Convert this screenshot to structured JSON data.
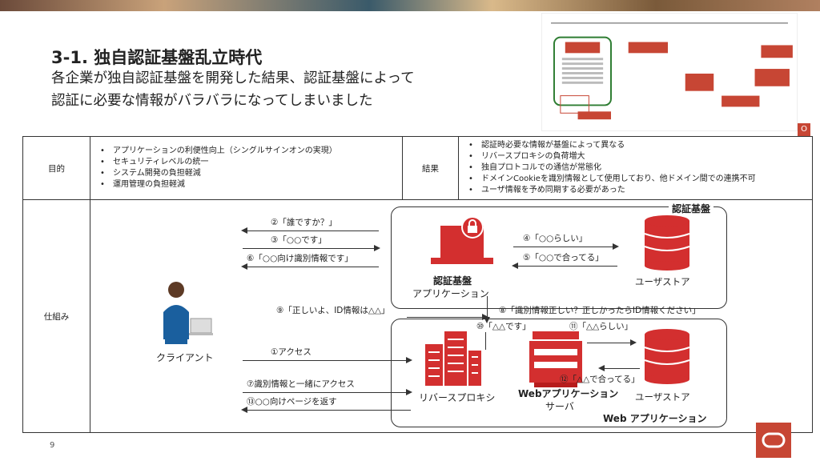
{
  "slide": {
    "title": "3-1. 独自認証基盤乱立時代",
    "subtitle_line1": "各企業が独自認証基盤を開発した結果、認証基盤によって",
    "subtitle_line2": "認証に必要な情報がバラバラになってしまいました",
    "page_number": "9"
  },
  "table": {
    "purpose_label": "目的",
    "purpose_items": [
      "アプリケーションの利便性向上（シングルサインオンの実現）",
      "セキュリティレベルの統一",
      "システム開発の負担軽減",
      "運用管理の負担軽減"
    ],
    "result_label": "結果",
    "result_items": [
      "認証時必要な情報が基盤によって異なる",
      "リバースプロキシの負荷増大",
      "独自プロトコルでの通信が常態化",
      "ドメインCookieを識別情報として使用しており、他ドメイン間での連携不可",
      "ユーザ情報を予め同期する必要があった"
    ],
    "mechanism_label": "仕組み"
  },
  "diagram": {
    "auth_platform_label": "認証基盤",
    "auth_app_line1": "認証基盤",
    "auth_app_line2": "アプリケーション",
    "user_store_top": "ユーザストア",
    "client": "クライアント",
    "reverse_proxy": "リバースプロキシ",
    "web_app_line1": "Webアプリケーション",
    "web_app_line2": "サーバ",
    "user_store_bottom": "ユーザストア",
    "web_app_group": "Web アプリケーション",
    "m2": "②「誰ですか？」",
    "m3": "③「○○です」",
    "m6": "⑥「○○向け識別情報です」",
    "m4": "④「○○らしい」",
    "m5": "⑤「○○で合ってる」",
    "m9": "⑨「正しいよ、ID情報は△△」",
    "m8": "⑧「識別情報正しい？正しかったらID情報ください」",
    "m10": "⑩「△△です」",
    "m11": "⑪「△△らしい」",
    "m12": "⑫「△△で合ってる」",
    "m1": "①アクセス",
    "m7": "⑦識別情報と一緒にアクセス",
    "m13": "⑬○○向けページを返す"
  },
  "colors": {
    "accent": "#c74634",
    "oracle_red": "#c74634"
  }
}
